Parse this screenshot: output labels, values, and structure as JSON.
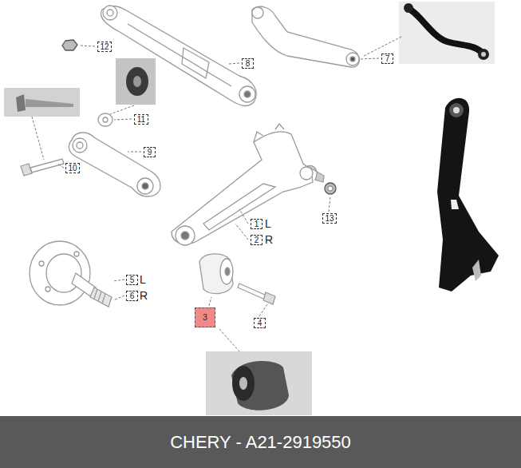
{
  "diagram": {
    "nodes": [
      {
        "text": [
          "12"
        ]
      },
      {
        "text": [
          "7"
        ]
      },
      {
        "text": [
          "8"
        ]
      },
      {
        "text": [
          "11"
        ]
      },
      {
        "text": [
          "9"
        ]
      },
      {
        "text": [
          "10"
        ]
      },
      {
        "text": [
          "13"
        ]
      },
      {
        "text": [
          "1"
        ]
      },
      {
        "text": [
          "2"
        ]
      },
      {
        "text": [
          "5"
        ]
      },
      {
        "text": [
          "6"
        ]
      },
      {
        "text": [
          "3"
        ]
      },
      {
        "text": [
          "4"
        ]
      },
      {
        "text": [
          "CHERY - A21-2919550"
        ]
      }
    ],
    "labels": [
      "L",
      "R",
      "L",
      "R"
    ]
  }
}
